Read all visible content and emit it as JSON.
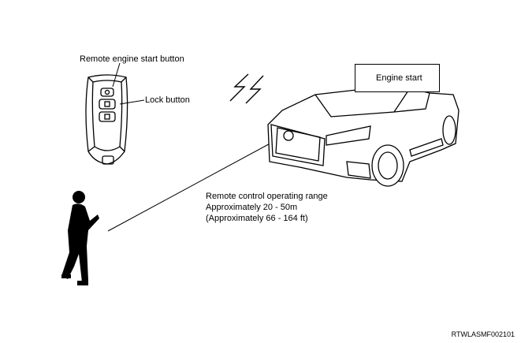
{
  "labels": {
    "remote_button": "Remote engine start button",
    "lock_button": "Lock button",
    "engine_start": "Engine start",
    "range_line1": "Remote control operating range",
    "range_line2": "Approximately 20 - 50m",
    "range_line3": "(Approximately 66 - 164 ft)",
    "figure_code": "RTWLASMF002101"
  }
}
